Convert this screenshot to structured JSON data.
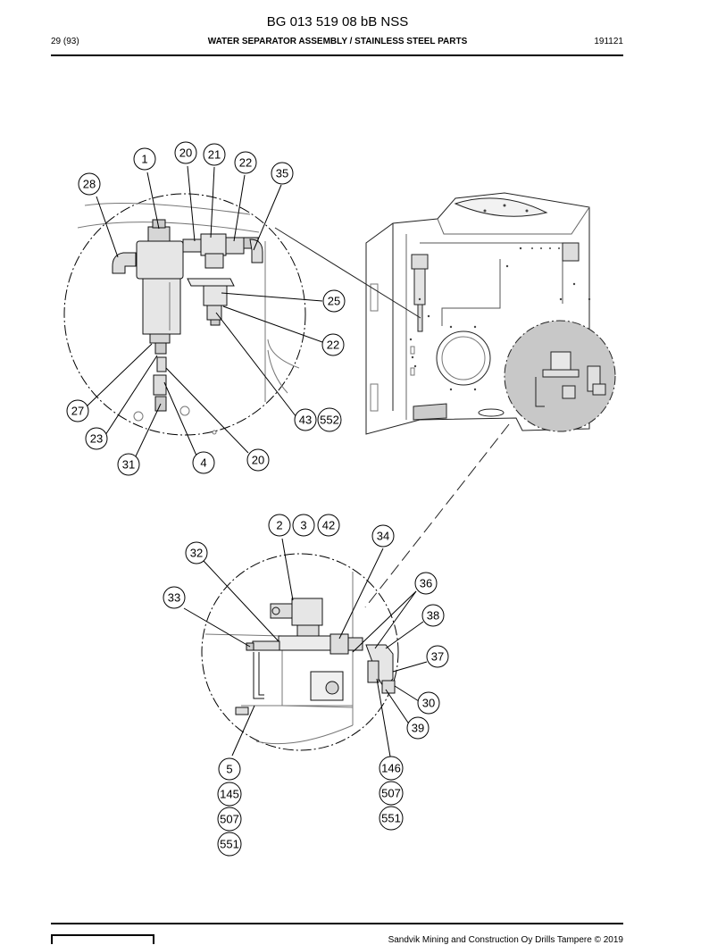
{
  "header": {
    "document_number": "BG 013 519 08 bB NSS",
    "page": "29 (93)",
    "title": "WATER SEPARATOR ASSEMBLY / STAINLESS STEEL PARTS",
    "date": "191121"
  },
  "footer": {
    "copyright": "Sandvik Mining and Construction Oy Drills Tampere © 2019"
  },
  "callouts": {
    "c1": "1",
    "c20a": "20",
    "c21": "21",
    "c22a": "22",
    "c35": "35",
    "c28": "28",
    "c25": "25",
    "c22b": "22",
    "c27": "27",
    "c43": "43",
    "c552": "552",
    "c23": "23",
    "c31": "31",
    "c4": "4",
    "c20b": "20",
    "c2": "2",
    "c3": "3",
    "c42": "42",
    "c34": "34",
    "c32": "32",
    "c36": "36",
    "c33": "33",
    "c38": "38",
    "c37": "37",
    "c30": "30",
    "c39": "39",
    "c5": "5",
    "c145": "145",
    "c507a": "507",
    "c551a": "551",
    "c146": "146",
    "c507b": "507",
    "c551b": "551"
  }
}
